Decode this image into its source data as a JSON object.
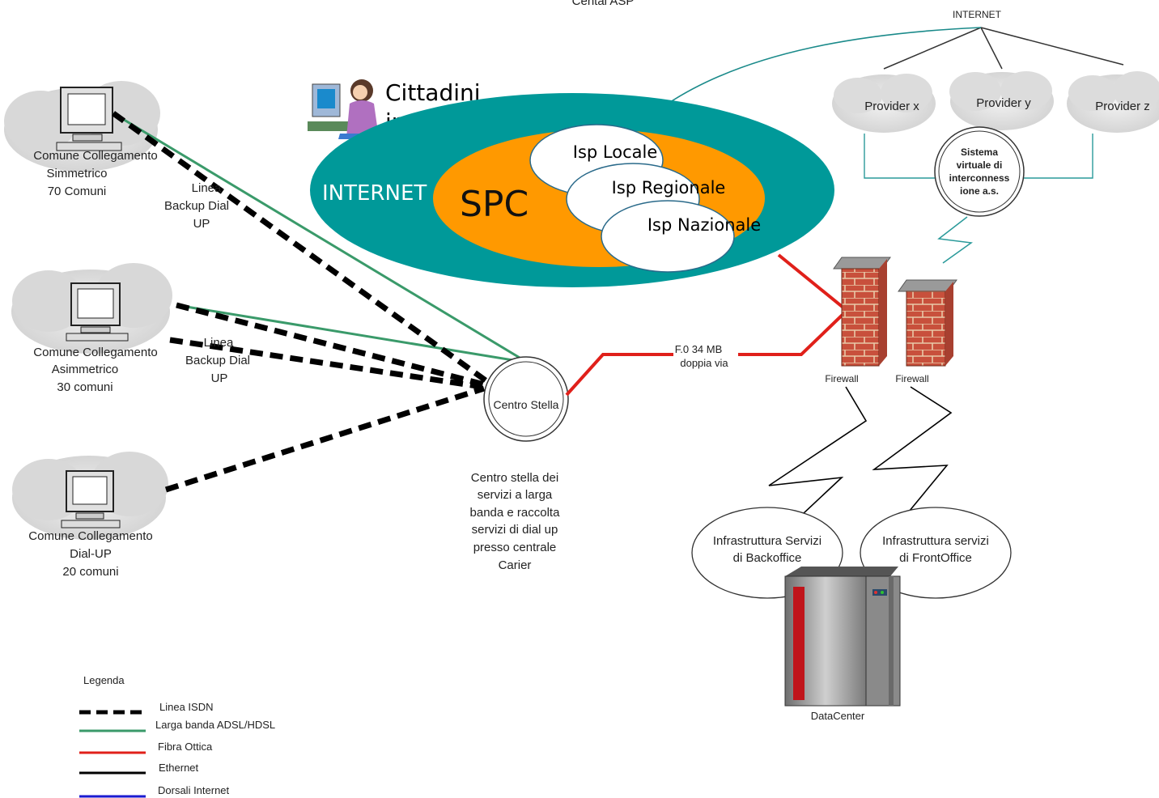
{
  "top_cutoff_label": "Cental ASP",
  "internet_top": "INTERNET",
  "providers": [
    "Provider x",
    "Provider y",
    "Provider z"
  ],
  "sistema": [
    "Sistema",
    "virtuale di",
    "interconness",
    "ione a.s."
  ],
  "cittadini": [
    "Cittadini",
    "imprese"
  ],
  "internet_ellipse": "INTERNET",
  "spc": "SPC",
  "isp": [
    "Isp Locale",
    "Isp Regionale",
    "Isp Nazionale"
  ],
  "comuni": [
    {
      "lines": [
        "Comune Collegamento",
        "Simmetrico",
        "70 Comuni"
      ]
    },
    {
      "lines": [
        "Comune Collegamento",
        "Asimmetrico",
        "30 comuni"
      ]
    },
    {
      "lines": [
        "Comune Collegamento",
        "Dial-UP",
        "20 comuni"
      ]
    }
  ],
  "backup1": [
    "Linea",
    "Backup Dial",
    "UP"
  ],
  "backup2": [
    "Linea",
    "Backup Dial",
    "UP"
  ],
  "centro_stella": "Centro Stella",
  "centro_desc": [
    "Centro stella dei",
    "servizi a larga",
    "banda e raccolta",
    "servizi di dial up",
    "presso centrale",
    "Carier"
  ],
  "fibra_label": [
    "F.0 34 MB",
    "doppia via"
  ],
  "firewalls": [
    "Firewall",
    "Firewall"
  ],
  "infra_back": [
    "Infrastruttura Servizi",
    "di Backoffice"
  ],
  "infra_front": [
    "Infrastruttura servizi",
    "di FrontOffice"
  ],
  "datacenter": "DataCenter",
  "legend": {
    "title": "Legenda",
    "items": [
      {
        "label": "Linea ISDN",
        "color": "#000000",
        "style": "dashed"
      },
      {
        "label": "Larga banda ADSL/HDSL",
        "color": "#3a9a6a",
        "style": "solid"
      },
      {
        "label": "Fibra Ottica",
        "color": "#e0201a",
        "style": "solid"
      },
      {
        "label": "Ethernet",
        "color": "#000000",
        "style": "solid"
      },
      {
        "label": "Dorsali Internet",
        "color": "#1a1ad0",
        "style": "solid"
      }
    ]
  },
  "colors": {
    "teal": "#009999",
    "orange": "#ff9900",
    "fiber": "#e0201a",
    "adsl": "#3a9a6a",
    "brick": "#c44a3a"
  }
}
